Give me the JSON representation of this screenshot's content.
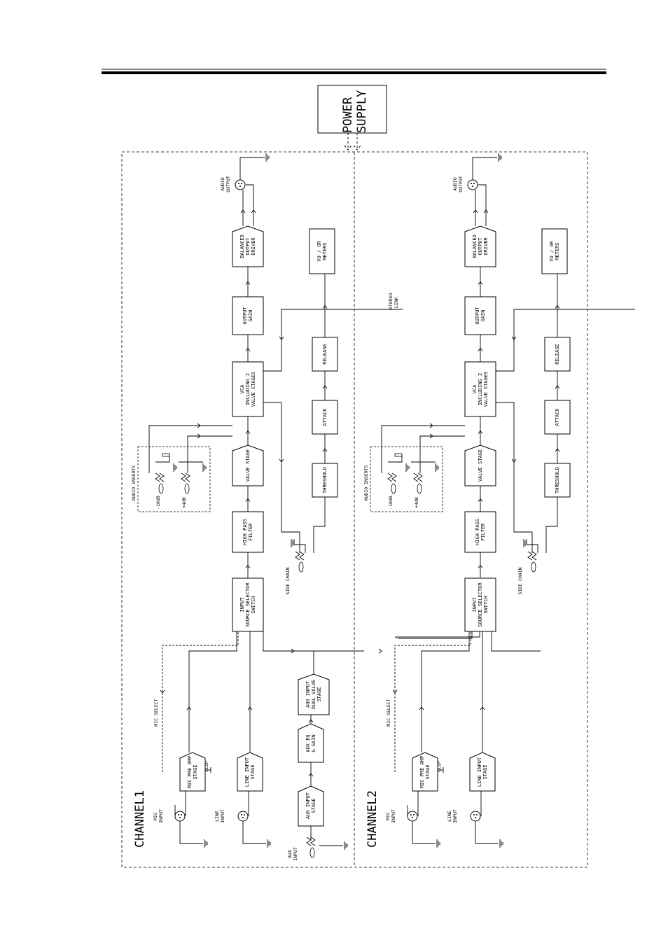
{
  "power_supply": [
    "POWER",
    "SUPPLY"
  ],
  "channels": [
    {
      "title": "CHANNEL1",
      "blocks": {
        "mic_pre_amp": [
          "MIC PRE AMP",
          "STAGE"
        ],
        "line_input": [
          "LINE INPUT",
          "STAGE"
        ],
        "input_source_selector": [
          "INPUT",
          "SOURCE SELECTOR",
          "SWITCH"
        ],
        "high_pass": [
          "HIGH PASS",
          "FILTER"
        ],
        "valve_stage": [
          "VALVE STAGE"
        ],
        "vca": [
          "VCA",
          "INCLUDING 2",
          "VALVE STAGES"
        ],
        "output_gain": [
          "OUTPUT",
          "GAIN"
        ],
        "balanced_output": [
          "BALANCED",
          "OUTPUT",
          "DRIVER"
        ],
        "threshold": [
          "THRESHOLD"
        ],
        "attack": [
          "ATTACK"
        ],
        "release": [
          "RELEASE"
        ],
        "vu_meters": [
          "VU / GR",
          "METERS"
        ],
        "aux_input": [
          "AUX INPUT",
          "STAGE"
        ],
        "aux_eq": [
          "AUX EQ",
          "& GAIN"
        ],
        "aux_dual": [
          "AUX INPUT",
          "DUAL VALVE",
          "STAGE"
        ]
      },
      "labels": {
        "mic_input": [
          "MIC",
          "INPUT"
        ],
        "line_in": [
          "LINE",
          "INPUT"
        ],
        "aux_in": [
          "AUX",
          "INPUT"
        ],
        "audio_output": [
          "AUDIO",
          "OUTPUT"
        ],
        "clip": "CLIP",
        "mic_select": "MIC SELECT",
        "side_chain": "SIDE CHAIN",
        "audio_inserts": "AUDIO INSERTS",
        "minus10": "-10dB",
        "plus4": "+4dB"
      }
    },
    {
      "title": "CHANNEL2",
      "blocks": {
        "mic_pre_amp": [
          "MIC PRE AMP",
          "STAGE"
        ],
        "line_input": [
          "LINE INPUT",
          "STAGE"
        ],
        "input_source_selector": [
          "INPUT",
          "SOURCE SELECTOR",
          "SWITCH"
        ],
        "high_pass": [
          "HIGH PASS",
          "FILTER"
        ],
        "valve_stage": [
          "VALVE STAGE"
        ],
        "vca": [
          "VCA",
          "INCLUDING 2",
          "VALVE STAGES"
        ],
        "output_gain": [
          "OUTPUT",
          "GAIN"
        ],
        "balanced_output": [
          "BALANCED",
          "OUTPUT",
          "DRIVER"
        ],
        "threshold": [
          "THRESHOLD"
        ],
        "attack": [
          "ATTACK"
        ],
        "release": [
          "RELEASE"
        ],
        "vu_meters": [
          "VU / GR",
          "METERS"
        ]
      },
      "labels": {
        "mic_input": [
          "MIC",
          "INPUT"
        ],
        "line_in": [
          "LINE",
          "INPUT"
        ],
        "audio_output": [
          "AUDIO",
          "OUTPUT"
        ],
        "clip": "CLIP",
        "mic_select": "MIC SELECT",
        "side_chain": "SIDE CHAIN",
        "audio_inserts": "AUDIO INSERTS",
        "minus10": "-10dB",
        "plus4": "+4dB"
      }
    }
  ],
  "stereo_link": [
    "STEREO",
    "LINK"
  ]
}
